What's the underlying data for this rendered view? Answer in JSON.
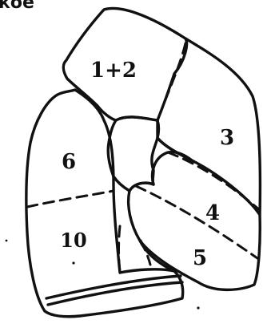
{
  "top_fragment_text": "кое",
  "segments": [
    {
      "id": "s12",
      "label": "1+2"
    },
    {
      "id": "s3",
      "label": "3"
    },
    {
      "id": "s4",
      "label": "4"
    },
    {
      "id": "s5",
      "label": "5"
    },
    {
      "id": "s6",
      "label": "6"
    },
    {
      "id": "s10",
      "label": "10"
    }
  ]
}
